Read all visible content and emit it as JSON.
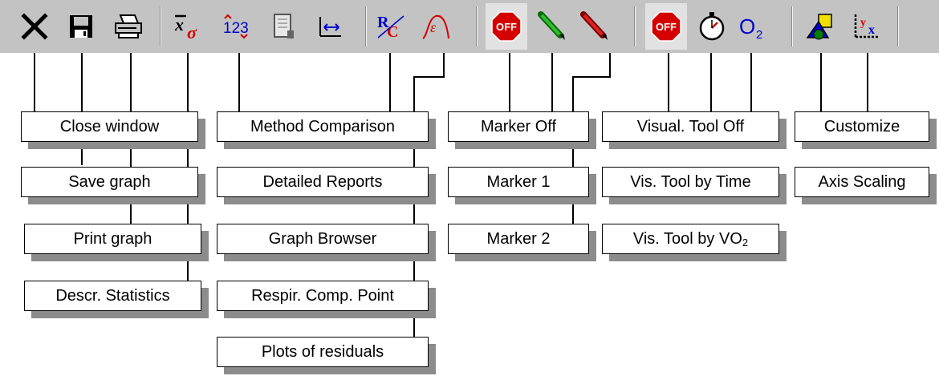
{
  "toolbar": {
    "buttons": [
      {
        "icon": "close-icon"
      },
      {
        "icon": "floppy-disk-icon"
      },
      {
        "icon": "printer-icon"
      },
      {
        "icon": "descriptive-statistics-icon",
        "text": "x̄σ"
      },
      {
        "icon": "method-comparison-icon",
        "text": "123"
      },
      {
        "icon": "detailed-report-icon"
      },
      {
        "icon": "graph-browser-icon"
      },
      {
        "icon": "respiratory-compensation-icon",
        "text": "RC"
      },
      {
        "icon": "residuals-plot-icon",
        "text": "ε"
      },
      {
        "icon": "marker-off-icon",
        "text": "OFF",
        "pressed": true
      },
      {
        "icon": "green-pen-icon"
      },
      {
        "icon": "red-pen-icon"
      },
      {
        "icon": "visual-tool-off-icon",
        "text": "OFF",
        "pressed": true
      },
      {
        "icon": "stopwatch-icon"
      },
      {
        "icon": "o2-icon",
        "text": "O2"
      },
      {
        "icon": "customize-icon"
      },
      {
        "icon": "axis-scaling-icon",
        "text": "yx"
      }
    ]
  },
  "labels": {
    "close_window": "Close window",
    "save_graph": "Save graph",
    "print_graph": "Print graph",
    "descr_statistics": "Descr. Statistics",
    "method_comparison": "Method Comparison",
    "detailed_reports": "Detailed Reports",
    "graph_browser": "Graph Browser",
    "respir_comp_point": "Respir. Comp. Point",
    "plots_of_residuals": "Plots of residuals",
    "marker_off": "Marker Off",
    "marker_1": "Marker 1",
    "marker_2": "Marker 2",
    "visual_tool_off": "Visual. Tool Off",
    "vis_tool_by_time": "Vis. Tool by Time",
    "vis_tool_by_vo2": "Vis. Tool by VO",
    "vis_tool_by_vo2_sub": "2",
    "customize": "Customize",
    "axis_scaling": "Axis Scaling"
  },
  "colors": {
    "toolbar_bg": "#c3c3c3",
    "shadow": "#8c8c8c",
    "stop_red": "#d40000",
    "icon_blue": "#0000cc"
  }
}
